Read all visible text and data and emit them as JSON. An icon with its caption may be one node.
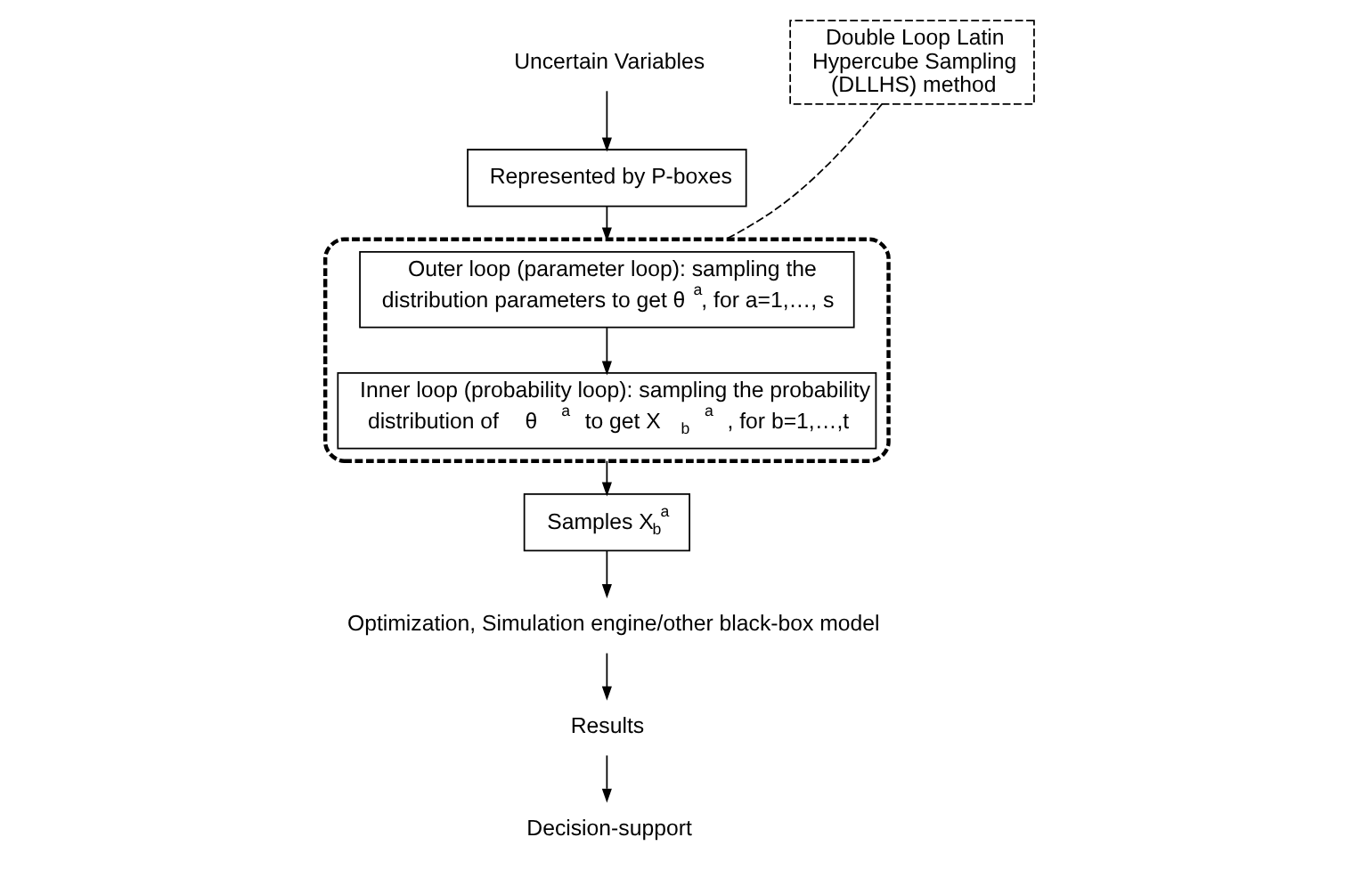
{
  "diagram": {
    "nodes": [
      {
        "text": [
          "Uncertain Variables"
        ]
      },
      {
        "text": [
          "Represented by P-boxes"
        ]
      },
      {
        "text": [],
        "shape": "box"
      },
      {
        "text": [
          "Outer loop (parameter loop): sampling the distribution parameters to get θ$^{a}$, for a=1,…, s"
        ],
        "in": 2
      },
      {
        "text": [
          "Inner loop (probability loop): sampling the probability distribution of θ$^{a}$ to get X$_{b}$$^{a}$, for b=1,…,t"
        ],
        "in": 2
      },
      {
        "text": [
          "Double Loop Latin Hypercube Sampling (DLLHS) method"
        ]
      },
      {
        "text": [
          "Samples X$_{b}$$^{a}$"
        ]
      },
      {
        "text": [
          "Optimization, Simulation engine/other black-box model"
        ]
      },
      {
        "text": [
          "Results"
        ]
      },
      {
        "text": [
          "Decision-support"
        ]
      }
    ],
    "edges": [
      {
        "from": 0,
        "to": 1,
        "arrow": "to"
      },
      {
        "from": 1,
        "to": 2,
        "arrow": "to"
      },
      {
        "from": 3,
        "to": 4,
        "arrow": "to"
      },
      {
        "from": 2,
        "to": 6,
        "arrow": "to"
      },
      {
        "from": 6,
        "to": 7,
        "arrow": "to"
      },
      {
        "from": 7,
        "to": 8,
        "arrow": "to"
      },
      {
        "from": 8,
        "to": 9,
        "arrow": "to"
      },
      {
        "from": 5,
        "to": 2,
        "arrow": "none",
        "style": "dashed"
      }
    ]
  }
}
